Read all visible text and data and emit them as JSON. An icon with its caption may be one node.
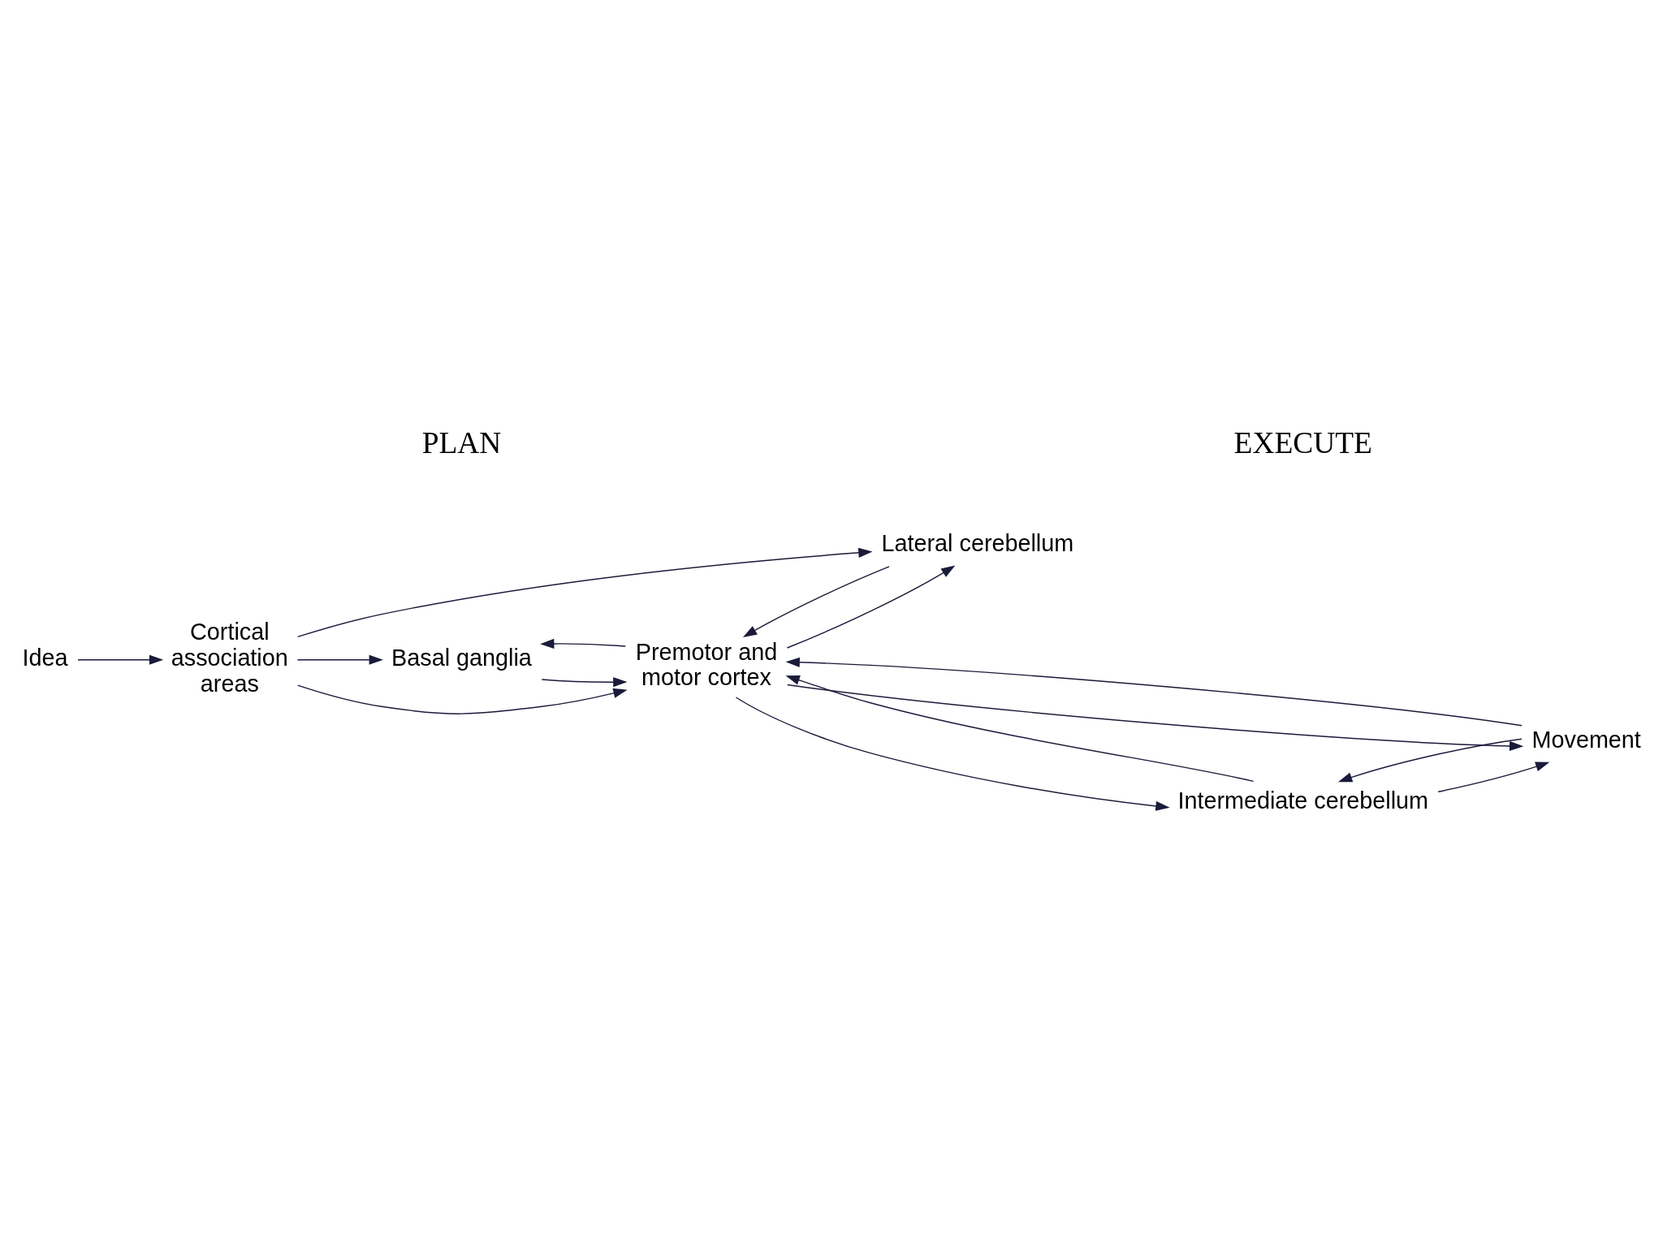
{
  "diagram": {
    "nodes": [
      {
        "text": [
          "Idea"
        ]
      },
      {
        "text": [
          "Cortical association areas"
        ]
      },
      {
        "text": [
          "Basal ganglia"
        ]
      },
      {
        "text": [
          "Lateral cerebellum"
        ]
      },
      {
        "text": [
          "Premotor and motor cortex"
        ]
      },
      {
        "text": [
          "Movement"
        ]
      },
      {
        "text": [
          "Intermediate cerebellum"
        ]
      }
    ],
    "edges": [
      {
        "from": 0,
        "to": 1,
        "arrow": "to"
      },
      {
        "from": 1,
        "to": 2,
        "arrow": "to"
      },
      {
        "from": 1,
        "to": 4,
        "arrow": "to"
      },
      {
        "from": 1,
        "to": 3,
        "arrow": "to"
      },
      {
        "from": 2,
        "to": 4,
        "arrow": "to"
      },
      {
        "from": 4,
        "to": 2,
        "arrow": "to"
      },
      {
        "from": 3,
        "to": 4,
        "arrow": "to"
      },
      {
        "from": 4,
        "to": 3,
        "arrow": "to"
      },
      {
        "from": 4,
        "to": 5,
        "arrow": "to"
      },
      {
        "from": 4,
        "to": 6,
        "arrow": "to"
      },
      {
        "from": 6,
        "to": 5,
        "arrow": "to"
      },
      {
        "from": 6,
        "to": 4,
        "arrow": "to"
      },
      {
        "from": 5,
        "to": 4,
        "arrow": "to"
      },
      {
        "from": 5,
        "to": 6,
        "arrow": "to"
      }
    ],
    "labels": [
      "PLAN",
      "EXECUTE"
    ]
  }
}
